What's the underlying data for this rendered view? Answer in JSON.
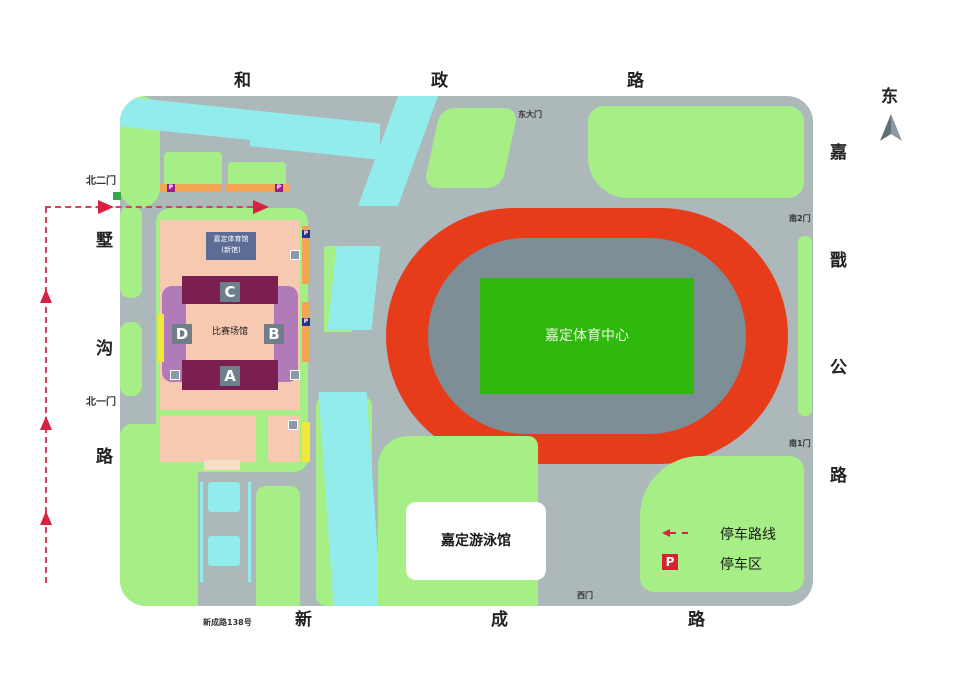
{
  "roads": {
    "north": [
      "和",
      "政",
      "路"
    ],
    "east": [
      "嘉",
      "戬",
      "公",
      "路"
    ],
    "west": [
      "墅",
      "沟",
      "路"
    ],
    "south": [
      "新",
      "成",
      "路"
    ]
  },
  "compass": {
    "label": "东",
    "icon": "north-arrow-icon"
  },
  "gates": {
    "east_main": "东大门",
    "south2": "南2门",
    "south1": "南1门",
    "west": "西门",
    "north2": "北二门",
    "north1": "北一门"
  },
  "address": "新成路138号",
  "venues": {
    "stadium": "嘉定体育中心",
    "swimming": "嘉定游泳馆",
    "gym_title": "嘉定体育馆",
    "gym_sub": "(新馆)",
    "arena": "比赛场馆",
    "zones": {
      "a": "A",
      "b": "B",
      "c": "C",
      "d": "D"
    }
  },
  "parking_badge": "P",
  "legend": {
    "route_label": "停车路线",
    "parking_label": "停车区",
    "parking_icon": "P"
  },
  "colors": {
    "road": "#adb8bb",
    "grass": "#a6ee86",
    "water": "#93ecec",
    "track": "#e63c1a",
    "field": "#2fb80d",
    "route": "#d8213f",
    "parking": "#f4a455"
  }
}
